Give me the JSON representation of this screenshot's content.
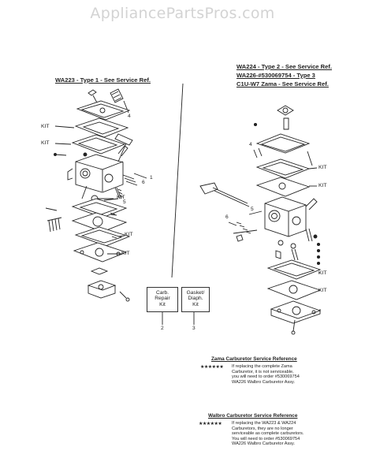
{
  "watermark": "AppliancePartsPros.com",
  "left_header": "WA223 - Type 1 - See Service Ref.",
  "right_header": [
    "WA224 - Type 2 - See Service Ref.",
    "WA226-#530069754 - Type 3",
    "C1U-W7 Zama - See Service Ref."
  ],
  "left_labels": {
    "kit_1": "KIT",
    "kit_2": "KIT",
    "kit_3": "KIT",
    "kit_4": "KIT",
    "kit_5": "KIT"
  },
  "left_numbers": {
    "n4": "4",
    "n6": "6",
    "n1": "1",
    "n5": "5"
  },
  "right_labels": {
    "kit_a": "KIT",
    "kit_b": "KIT",
    "kit_c": "KIT",
    "kit_d": "KIT"
  },
  "right_numbers": {
    "n4": "4",
    "n5": "5",
    "n6": "6"
  },
  "kit_boxes": {
    "carb_repair": {
      "lines": [
        "Carb.",
        "Repair",
        "Kit"
      ],
      "number": "2"
    },
    "gasket_diaph": {
      "lines": [
        "Gasket/",
        "Diaph.",
        "Kit"
      ],
      "number": "3"
    }
  },
  "zama_ref": {
    "title": "Zama Carburetor Service Reference",
    "stars": "★★★★★★",
    "lines": [
      "If replacing the complete Zama",
      "Carburetor, it is not serviceable,",
      "you will need to order #530069754",
      "WA226 Walbro Carburetor Assy."
    ]
  },
  "walbro_ref": {
    "title": "Walbro Carburetor Service Reference",
    "stars": "★★★★★★",
    "lines": [
      "If replacing the WA223 & WA224",
      "Carburetors, they are no longer",
      "serviceable as complete carburetors.",
      "You will need to order #530069754",
      "WA226 Walbro Carburetor Assy."
    ]
  }
}
